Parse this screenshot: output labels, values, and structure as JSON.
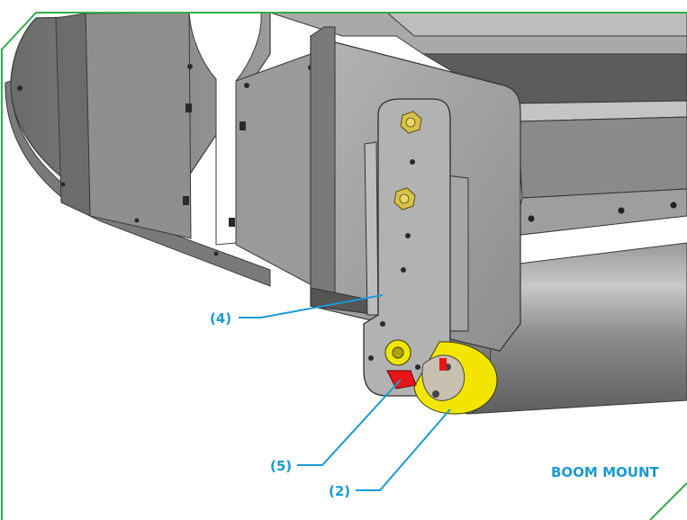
{
  "section_title": "BOOM MOUNT",
  "callouts": {
    "c4": "(4)",
    "c5": "(5)",
    "c2": "(2)"
  },
  "colors": {
    "callout_blue": "#1a9ad6",
    "frame_green": "#2db04b",
    "highlight_yellow": "#f2e600",
    "highlight_red": "#e8161b",
    "steel_gray": "#8a8a8a"
  }
}
